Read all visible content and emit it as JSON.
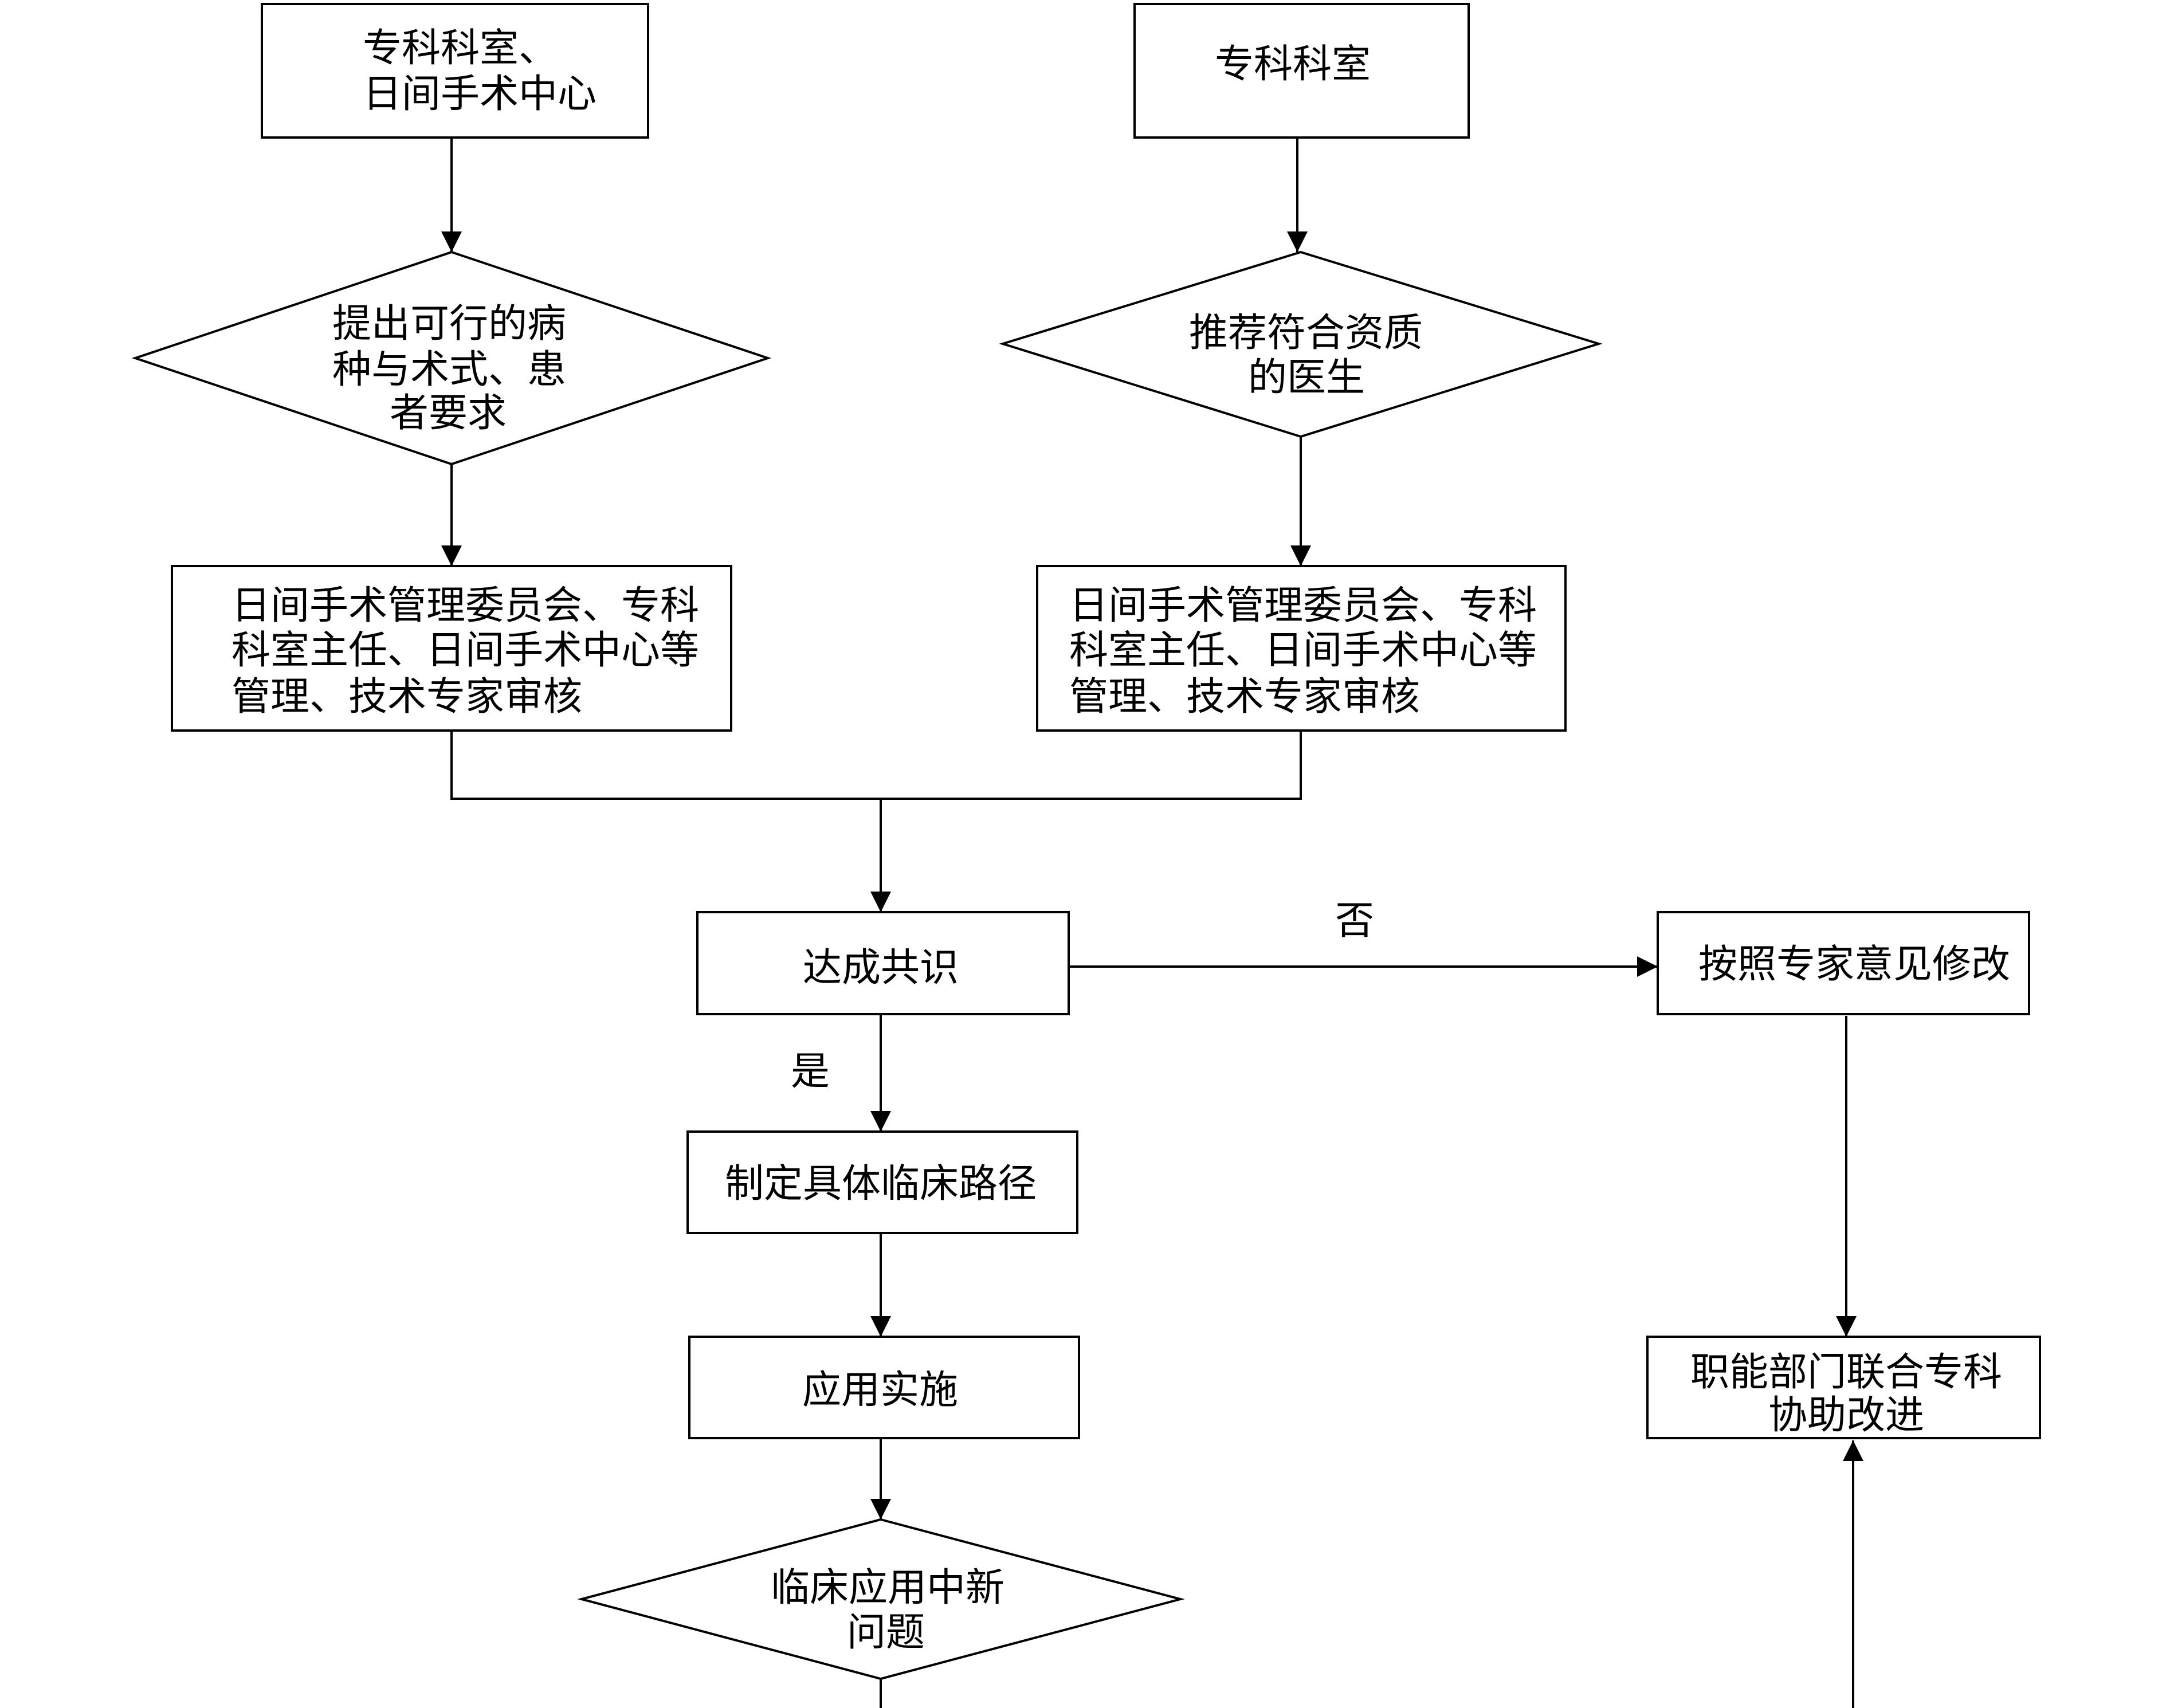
{
  "nodes": {
    "dept_center": {
      "lines": [
        "专科科室、",
        "日间手术中心"
      ]
    },
    "dept": {
      "lines": [
        "专科科室"
      ]
    },
    "propose": {
      "lines": [
        "提出可行的病",
        "种与术式、患",
        "者要求"
      ]
    },
    "recommend": {
      "lines": [
        "推荐符合资质",
        "的医生"
      ]
    },
    "review_left": {
      "lines": [
        "日间手术管理委员会、专科",
        "科室主任、日间手术中心等",
        "管理、技术专家审核"
      ]
    },
    "review_right": {
      "lines": [
        "日间手术管理委员会、专科",
        "科室主任、日间手术中心等",
        "管理、技术专家审核"
      ]
    },
    "consensus": {
      "lines": [
        "达成共识"
      ]
    },
    "revise": {
      "lines": [
        "按照专家意见修改"
      ]
    },
    "pathway": {
      "lines": [
        "制定具体临床路径"
      ]
    },
    "implement": {
      "lines": [
        "应用实施"
      ]
    },
    "new_issue": {
      "lines": [
        "临床应用中新",
        "问题"
      ]
    },
    "improve": {
      "lines": [
        "职能部门联合专科",
        "协助改进"
      ]
    }
  },
  "edge_labels": {
    "no": "否",
    "yes": "是"
  }
}
